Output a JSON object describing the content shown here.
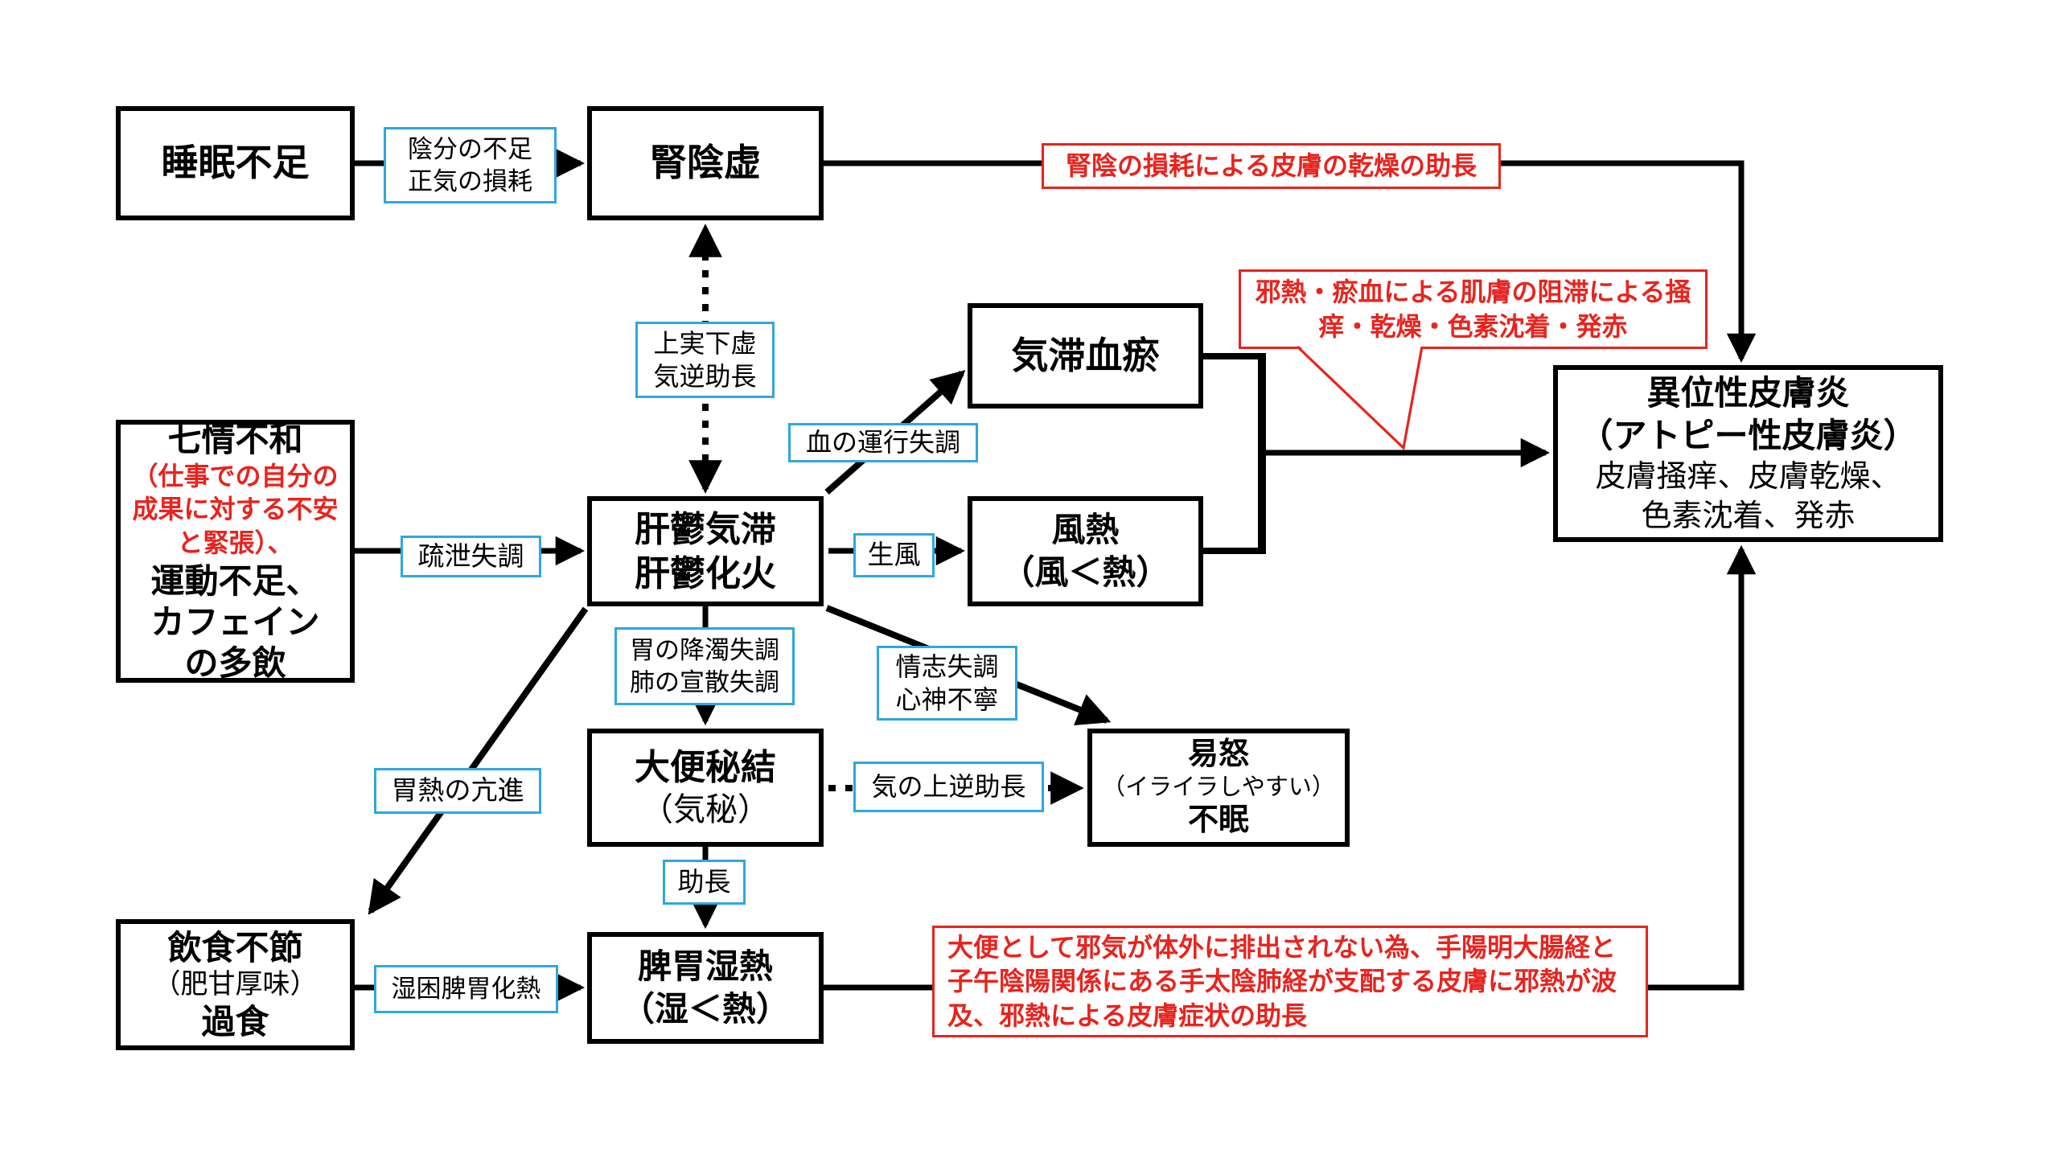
{
  "colors": {
    "accent_blue": "#2ea7e0",
    "accent_red": "#e8231e",
    "line_black": "#000000"
  },
  "boxes": {
    "sleep": {
      "l1": "睡眠不足"
    },
    "kidney": {
      "l1": "腎陰虚"
    },
    "emotion": {
      "l1": "七情不和",
      "red": "（仕事での自分の成果に対する不安と緊張）、",
      "l2": "運動不足、",
      "l3": "カフェイン",
      "l4": "の多飲"
    },
    "liver": {
      "l1": "肝鬱気滞",
      "l2": "肝鬱化火"
    },
    "stasis": {
      "l1": "気滞血瘀"
    },
    "windheat": {
      "l1": "風熱",
      "l2": "（風＜熱）"
    },
    "atopy": {
      "l1": "異位性皮膚炎",
      "l2": "（アトピー性皮膚炎）",
      "l3": "皮膚掻痒、皮膚乾燥、",
      "l4": "色素沈着、発赤"
    },
    "constipation": {
      "l1": "大便秘結",
      "l2": "（気秘）"
    },
    "irritable": {
      "l1": "易怒",
      "l2": "（イライラしやすい）",
      "l3": "不眠"
    },
    "spleen": {
      "l1": "脾胃湿熱",
      "l2": "（湿＜熱）"
    },
    "diet": {
      "l1": "飲食不節",
      "l2": "（肥甘厚味）",
      "l3": "過食"
    }
  },
  "edge_labels": {
    "yin_insufficiency": {
      "l1": "陰分の不足",
      "l2": "正気の損耗"
    },
    "upper_excess": {
      "l1": "上実下虚",
      "l2": "気逆助長"
    },
    "dispersion": {
      "l1": "疏泄失調"
    },
    "blood_circulation": {
      "l1": "血の運行失調"
    },
    "wind_generation": {
      "l1": "生風"
    },
    "stomach_lung": {
      "l1": "胃の降濁失調",
      "l2": "肺の宣散失調"
    },
    "emotional": {
      "l1": "情志失調",
      "l2": "心神不寧"
    },
    "qi_counterflow": {
      "l1": "気の上逆助長"
    },
    "stomach_heat": {
      "l1": "胃熱の亢進"
    },
    "aggravation": {
      "l1": "助長"
    },
    "damp_stagnation": {
      "l1": "湿困脾胃化熱"
    }
  },
  "annotations": {
    "kidney_dryness": {
      "l1": "腎陰の損耗による皮膚の乾燥の助長"
    },
    "skin_blockage": {
      "l1": "邪熱・瘀血による肌膚の阻滞による掻",
      "l2": "痒・乾燥・色素沈着・発赤"
    },
    "bowel_heat": {
      "l1": "大便として邪気が体外に排出されない為、手陽明大腸経と",
      "l2": "子午陰陽関係にある手太陰肺経が支配する皮膚に邪熱が波",
      "l3": "及、邪熱による皮膚症状の助長"
    }
  }
}
